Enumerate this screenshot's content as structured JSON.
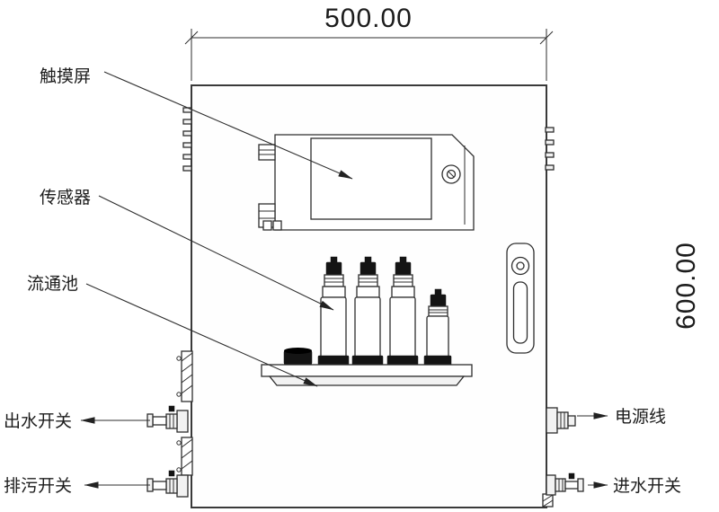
{
  "dimensions": {
    "width_label": "500.00",
    "height_label": "600.00"
  },
  "callouts": {
    "touch_screen": "触摸屏",
    "sensor": "传感器",
    "flow_cell": "流通池",
    "outlet_switch": "出水开关",
    "drain_switch": "排污开关",
    "power_cable": "电源线",
    "inlet_switch": "进水开关"
  }
}
